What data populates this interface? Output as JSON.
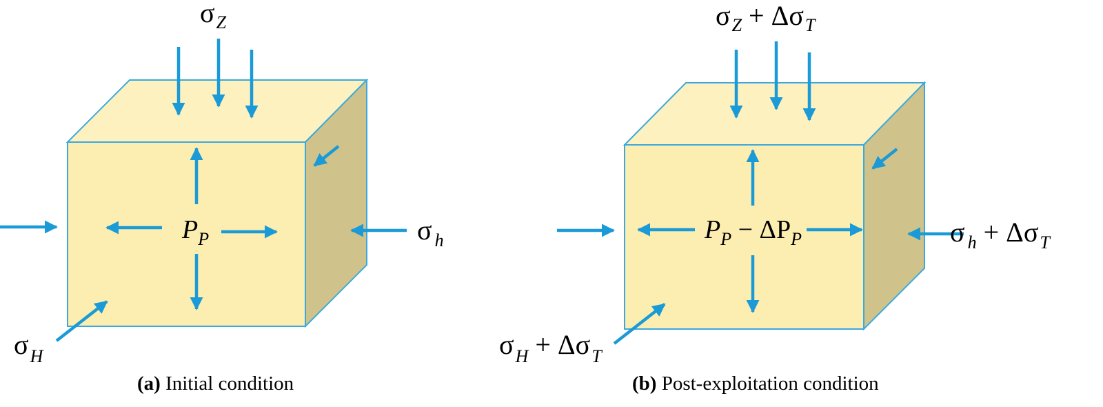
{
  "colors": {
    "arrow": "#1a9ad6",
    "edge": "#3ba9dd",
    "front_face": "#fcedb0",
    "top_face": "#fdf1bf",
    "side_face": "#cfc28b"
  },
  "panels": [
    {
      "caption_letter": "(a)",
      "caption_text": " Initial condition",
      "top_label": {
        "base": "σ",
        "sub": "Z",
        "rest": ""
      },
      "right_label": {
        "base": "σ",
        "sub": "h",
        "rest": ""
      },
      "bottom_label": {
        "base": "σ",
        "sub": "H",
        "rest": ""
      },
      "center_label": {
        "base": "P",
        "sub": "P",
        "rest": ""
      }
    },
    {
      "caption_letter": "(b)",
      "caption_text": " Post-exploitation condition",
      "top_label": {
        "base": "σ",
        "sub": "Z",
        "rest": " + Δσ",
        "rest_sub": "T"
      },
      "right_label": {
        "base": "σ",
        "sub": "h",
        "rest": " + Δσ",
        "rest_sub": "T"
      },
      "bottom_label": {
        "base": "σ",
        "sub": "H",
        "rest": " + Δσ",
        "rest_sub": "T"
      },
      "center_label": {
        "base": "P",
        "sub": "P",
        "rest": " − ΔP",
        "rest_sub": "P"
      }
    }
  ]
}
